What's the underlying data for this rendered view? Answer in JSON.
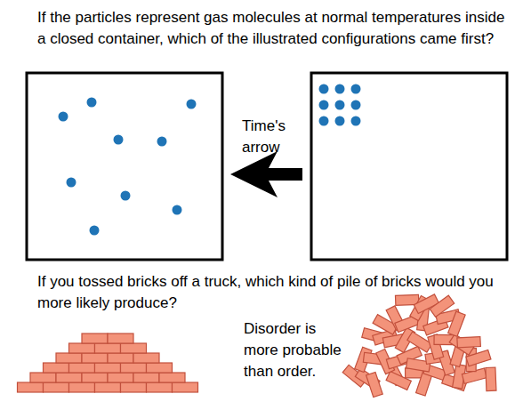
{
  "diagram": {
    "labels": [
      "If the particles represent gas molecules at normal temperatures inside a closed container, which of the illustrated configurations came first?",
      "Time's arrow",
      "If you tossed bricks off a truck, which kind of pile of bricks would you more likely produce?",
      "Disorder is more probable than order."
    ]
  }
}
